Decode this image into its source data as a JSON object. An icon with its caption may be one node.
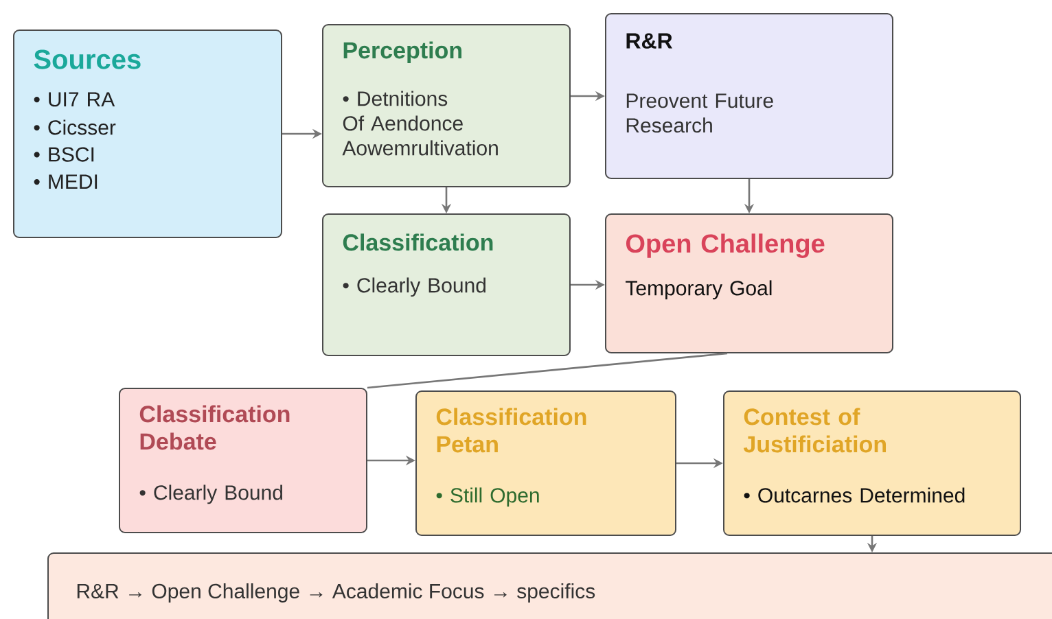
{
  "diagram": {
    "nodes": [
      {
        "text": [
          "Sources",
          "• UI7 RA",
          "• Cicsser",
          "• BSCI",
          "• MEDI"
        ]
      },
      {
        "text": [
          "Perception",
          "• Detnitions Of Aendonce Aowemrultivation"
        ]
      },
      {
        "text": [
          "R&R",
          "Preovent Future Research"
        ]
      },
      {
        "text": [
          "Classification",
          "• Clearly Bound"
        ]
      },
      {
        "text": [
          "Open Challenge",
          "Temporary Goal"
        ]
      },
      {
        "text": [
          "Classification Debate",
          "• Clearly Bound"
        ]
      },
      {
        "text": [
          "Classification Petan",
          "• Still Open"
        ]
      },
      {
        "text": [
          "Contest of Justificiation",
          "• Outcarnes Determined"
        ]
      },
      {
        "text": [
          "R&R → Open Challenge → Academic Focus → specifics"
        ]
      }
    ],
    "edges": [
      {
        "from": 0,
        "to": 1,
        "arrow": "to"
      },
      {
        "from": 1,
        "to": 2,
        "arrow": "to"
      },
      {
        "from": 1,
        "to": 3,
        "arrow": "to"
      },
      {
        "from": 2,
        "to": 4,
        "arrow": "to"
      },
      {
        "from": 3,
        "to": 4,
        "arrow": "to"
      },
      {
        "from": 4,
        "to": 5,
        "arrow": "none"
      },
      {
        "from": 5,
        "to": 6,
        "arrow": "to"
      },
      {
        "from": 6,
        "to": 7,
        "arrow": "to"
      },
      {
        "from": 7,
        "to": 8,
        "arrow": "to"
      }
    ]
  }
}
